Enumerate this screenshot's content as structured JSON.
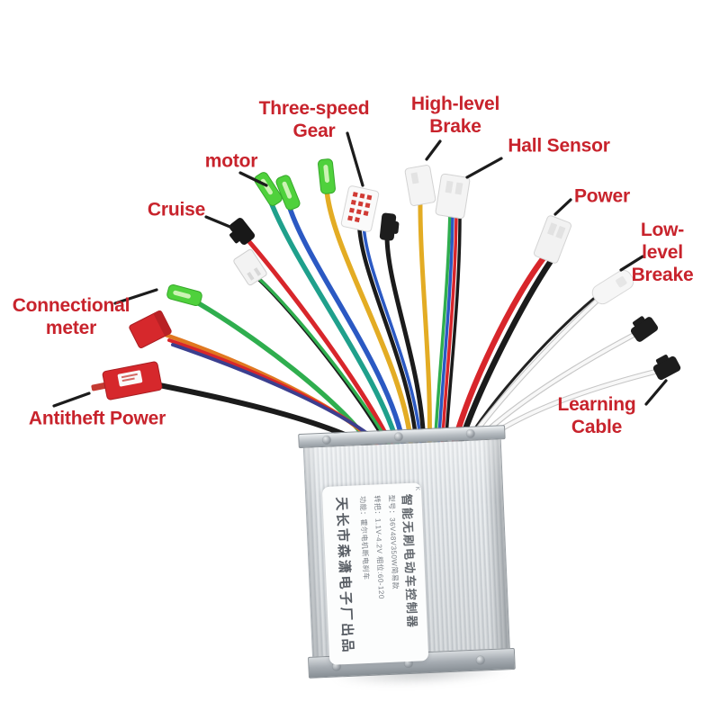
{
  "annotations": {
    "three_speed_gear": "Three-speed\nGear",
    "motor": "motor",
    "cruise": "Cruise",
    "connectional_meter": "Connectional\nmeter",
    "antitheft_power": "Antitheft Power",
    "high_level_brake": "High-level\nBrake",
    "hall_sensor": "Hall Sensor",
    "power": "Power",
    "low_level_breake": "Low-level\nBreake",
    "learning_cable": "Learning Cable"
  },
  "device_label": {
    "mark": "K",
    "title": "智能无刷电动车控制器",
    "model": "型号：36V48V350W简易款",
    "throttle": "转把：1.1V-4.2V 相位:60-120",
    "function": "功能：霍尔电机断电刹车",
    "maker": "天长市森潇电子厂出品"
  },
  "palette": {
    "annotation_red": "#c8232c",
    "leader_black": "#1c1c1c",
    "wire_red": "#d8262b",
    "wire_black": "#1b1b1b",
    "wire_blue": "#2b59c3",
    "wire_green": "#2fae4e",
    "wire_teal": "#1fa08c",
    "wire_yellow": "#e3ac24",
    "wire_orange": "#e07820",
    "wire_white": "#f8f8f8",
    "connector_green": "#4fd13c",
    "connector_red": "#d6282c",
    "connector_white": "#f3f3f3",
    "connector_black": "#1d1d1d",
    "case_silver": "#dfe3e6"
  }
}
